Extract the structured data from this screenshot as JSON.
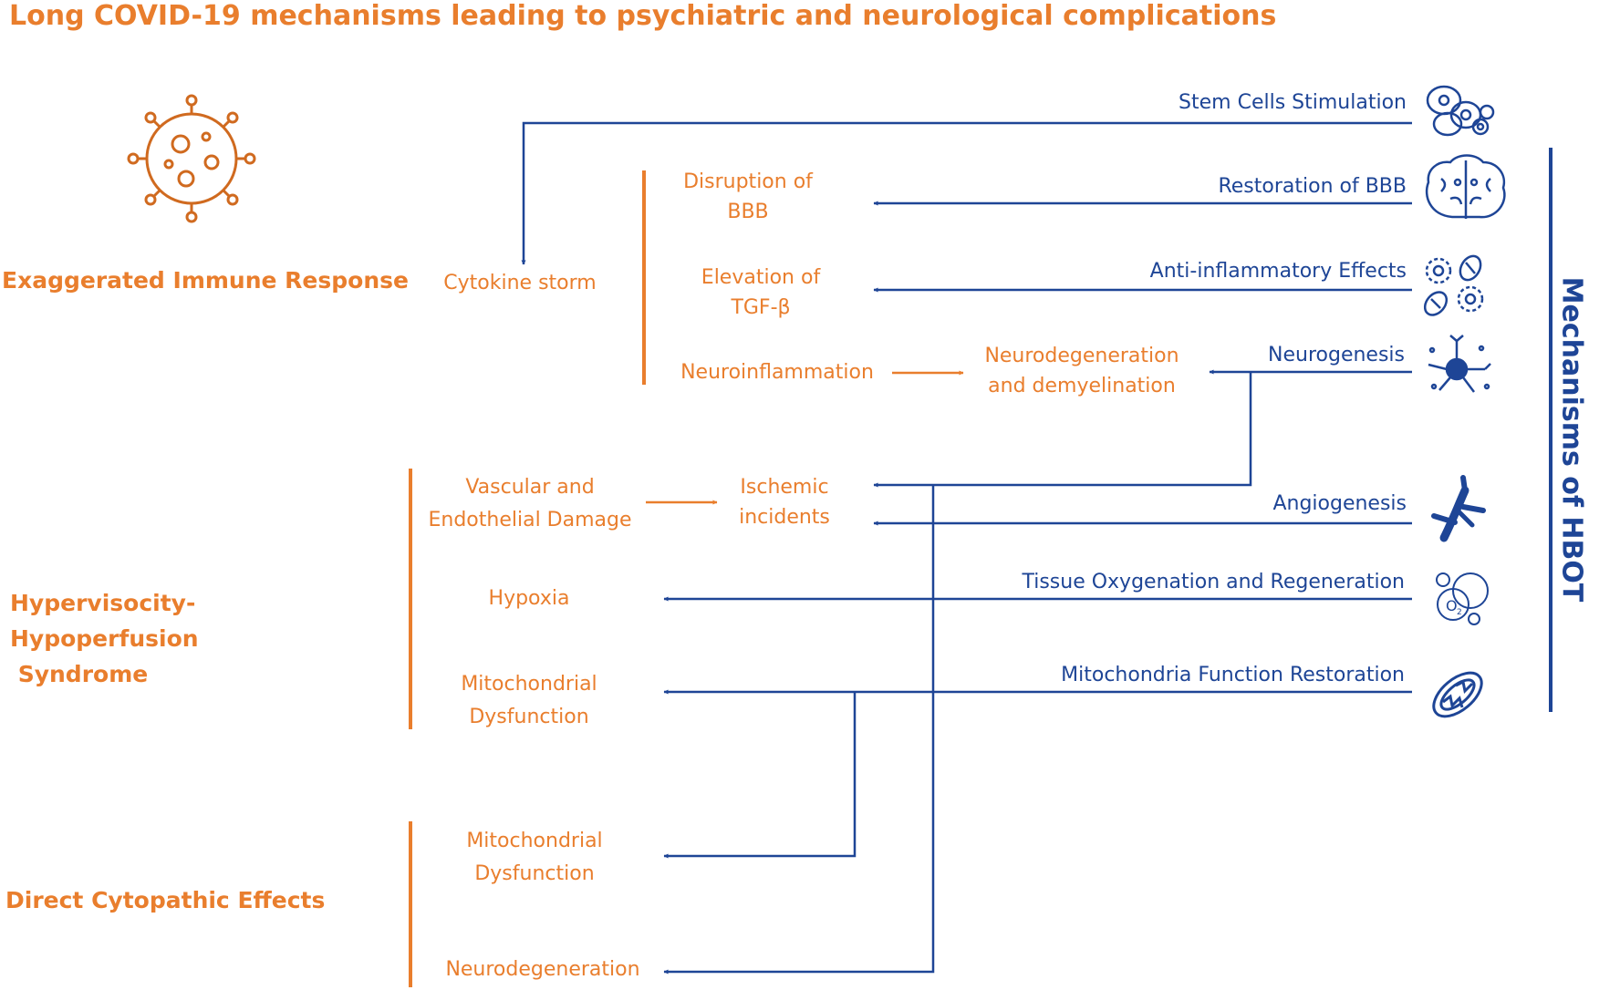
{
  "title": "Long COVID-19 mechanisms leading to psychiatric and neurological complications",
  "hbot_label": "Mechanisms of HBOT",
  "categories": {
    "immune": "Exaggerated Immune Response",
    "hypervisc_1": "Hypervisocity-",
    "hypervisc_2": "Hypoperfusion",
    "hypervisc_3": " Syndrome",
    "cytopathic": "Direct Cytopathic Effects"
  },
  "complications": {
    "cytokine": "Cytokine storm",
    "bbb_1": "Disruption of",
    "bbb_2": "BBB",
    "tgf_1": "Elevation of",
    "tgf_2": "TGF-β",
    "neuroinflammation": "Neuroinflammation",
    "neurodegen_1": "Neurodegeneration",
    "neurodegen_2": "and demyelination",
    "vascular_1": "Vascular and",
    "vascular_2": "Endothelial Damage",
    "ischemic_1": "Ischemic",
    "ischemic_2": "incidents",
    "hypoxia": "Hypoxia",
    "mito1_1": "Mitochondrial",
    "mito1_2": "Dysfunction",
    "mito2_1": "Mitochondrial",
    "mito2_2": "Dysfunction",
    "neurodegeneration": "Neurodegeneration"
  },
  "mechanisms": {
    "stem_cells": "Stem Cells Stimulation",
    "bbb_restoration": "Restoration of BBB",
    "anti_inflammatory": "Anti-inflammatory Effects",
    "neurogenesis": "Neurogenesis",
    "angiogenesis": "Angiogenesis",
    "oxygenation": "Tissue Oxygenation and Regeneration",
    "mito_restoration": "Mitochondria Function Restoration"
  },
  "icons": [
    "virus-icon",
    "stem-cells-icon",
    "brain-icon",
    "anti-inflammatory-icon",
    "neuron-icon",
    "blood-vessel-icon",
    "oxygen-icon",
    "mitochondria-icon"
  ],
  "colors": {
    "orange": "#e97e2d",
    "blue": "#1e4596"
  }
}
